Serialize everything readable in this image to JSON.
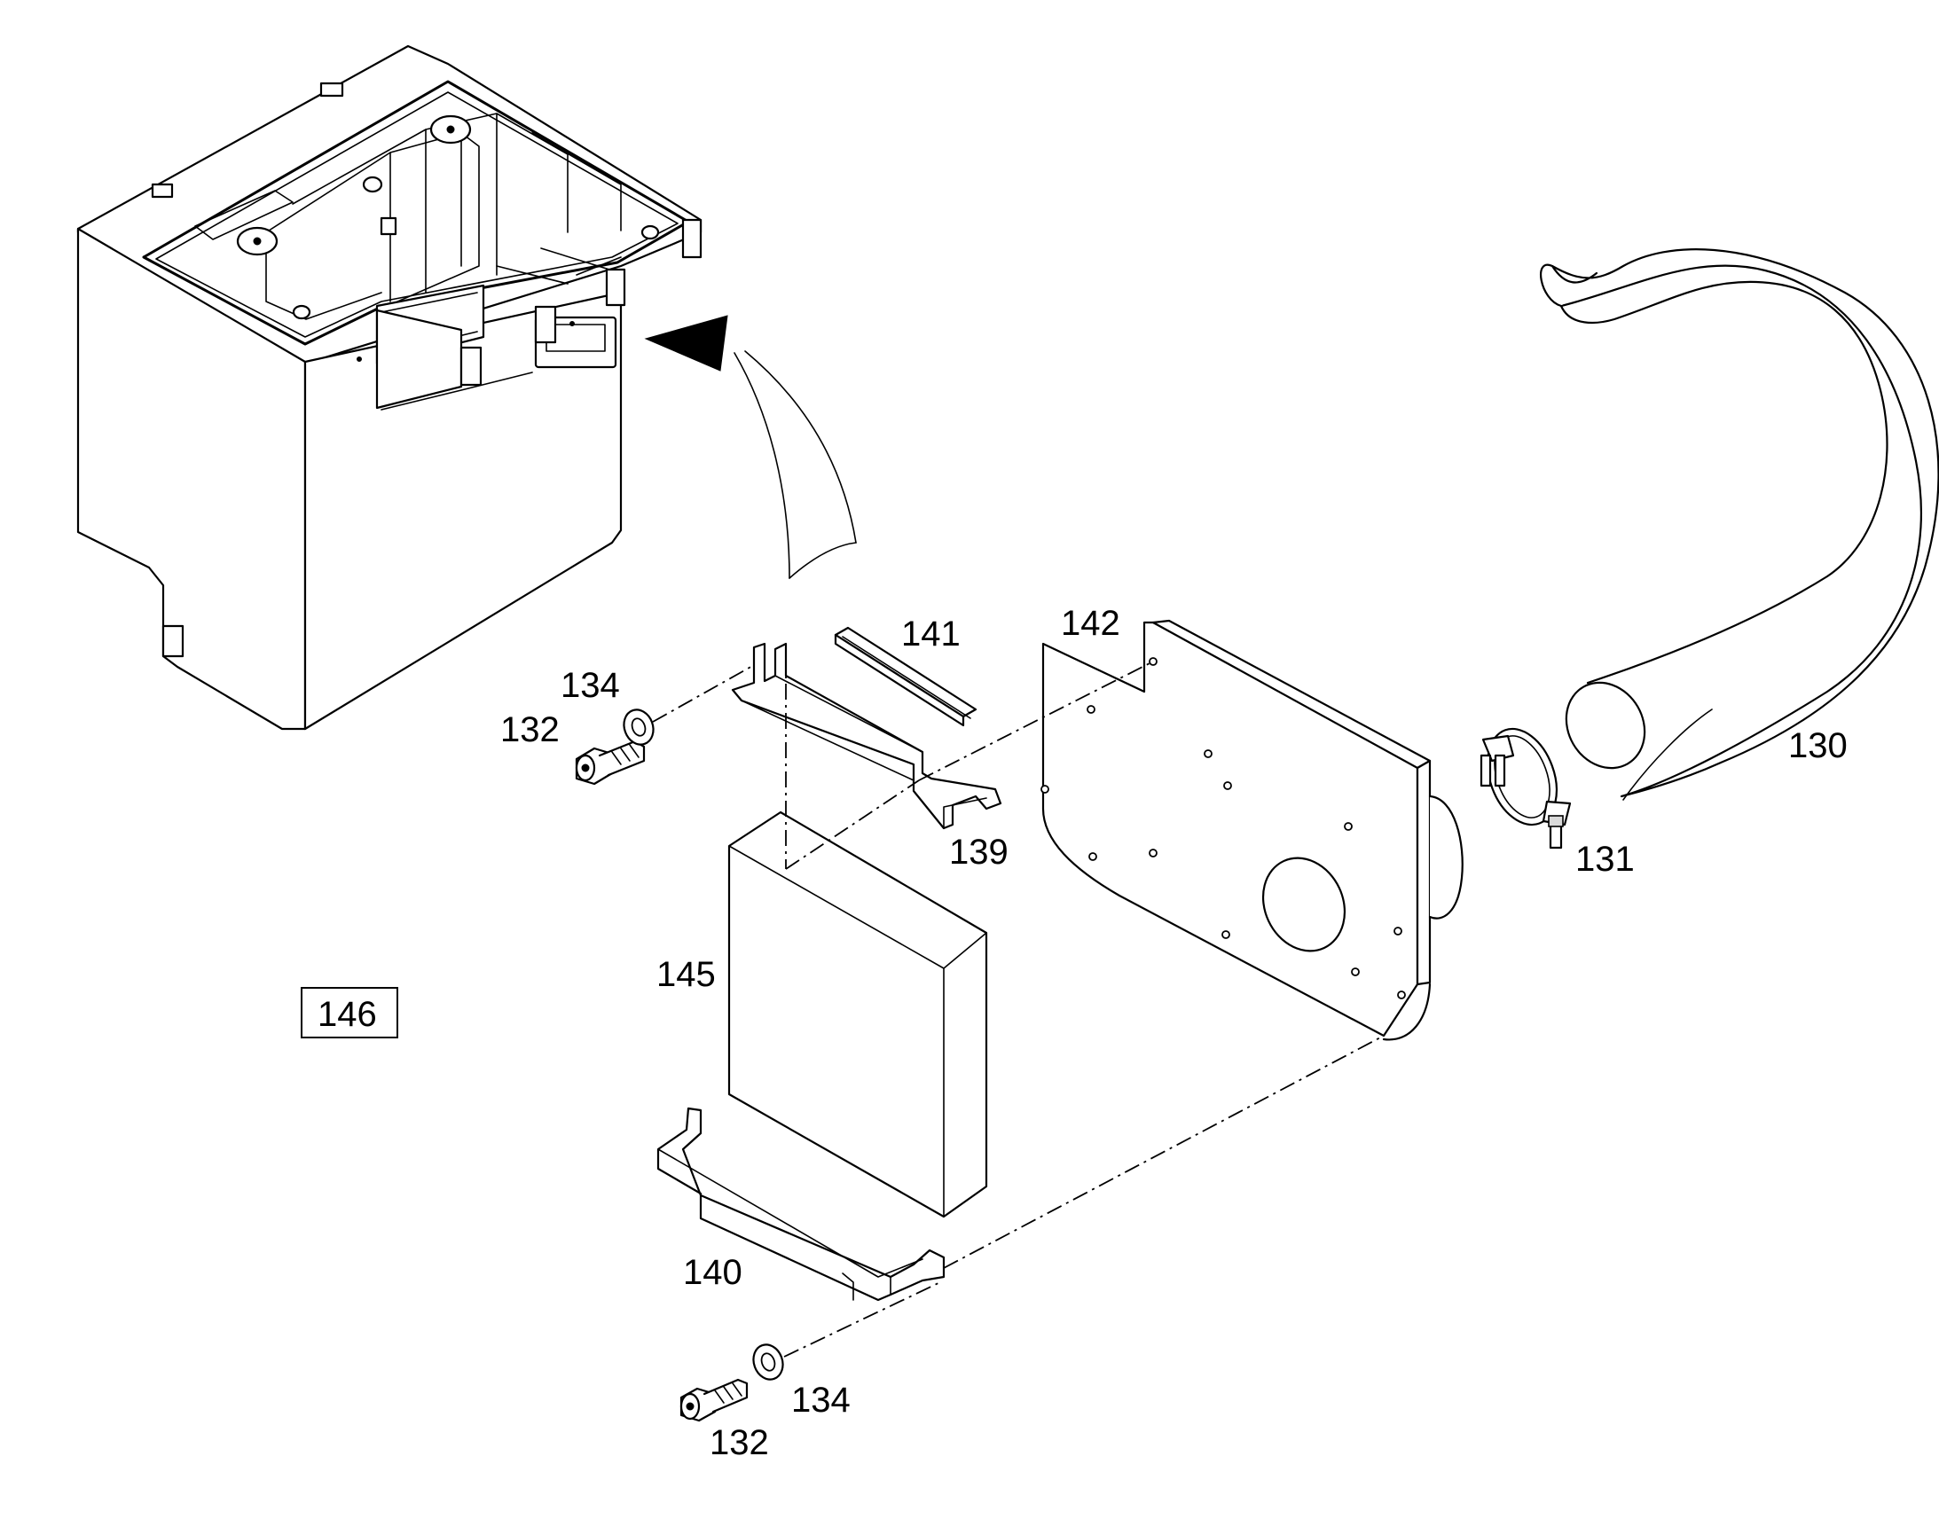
{
  "callouts": {
    "c130": "130",
    "c131": "131",
    "c132_top": "132",
    "c132_bottom": "132",
    "c134_top": "134",
    "c134_bottom": "134",
    "c139": "139",
    "c140": "140",
    "c141": "141",
    "c142": "142",
    "c145": "145",
    "c146": "146"
  }
}
